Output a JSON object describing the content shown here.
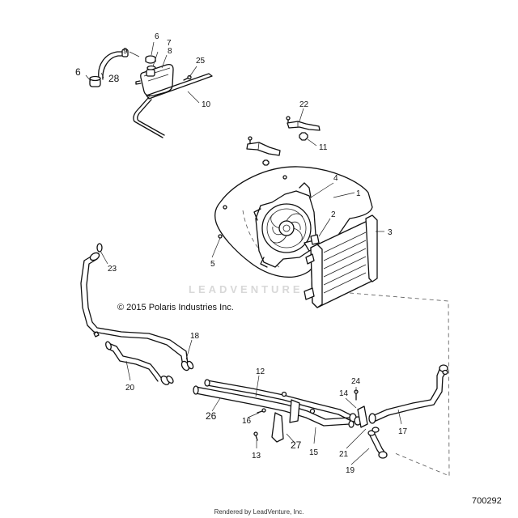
{
  "copyright": "© 2015 Polaris Industries Inc.",
  "watermark": "LEADVENTURE",
  "drawing_number": "700292",
  "footer": "Rendered by LeadVenture, Inc.",
  "callouts": [
    "6",
    "7",
    "8",
    "9",
    "6",
    "28",
    "25",
    "10",
    "22",
    "11",
    "1",
    "4",
    "2",
    "3",
    "5",
    "23",
    "18",
    "20",
    "12",
    "24",
    "14",
    "26",
    "16",
    "17",
    "15",
    "27",
    "21",
    "13",
    "19"
  ]
}
